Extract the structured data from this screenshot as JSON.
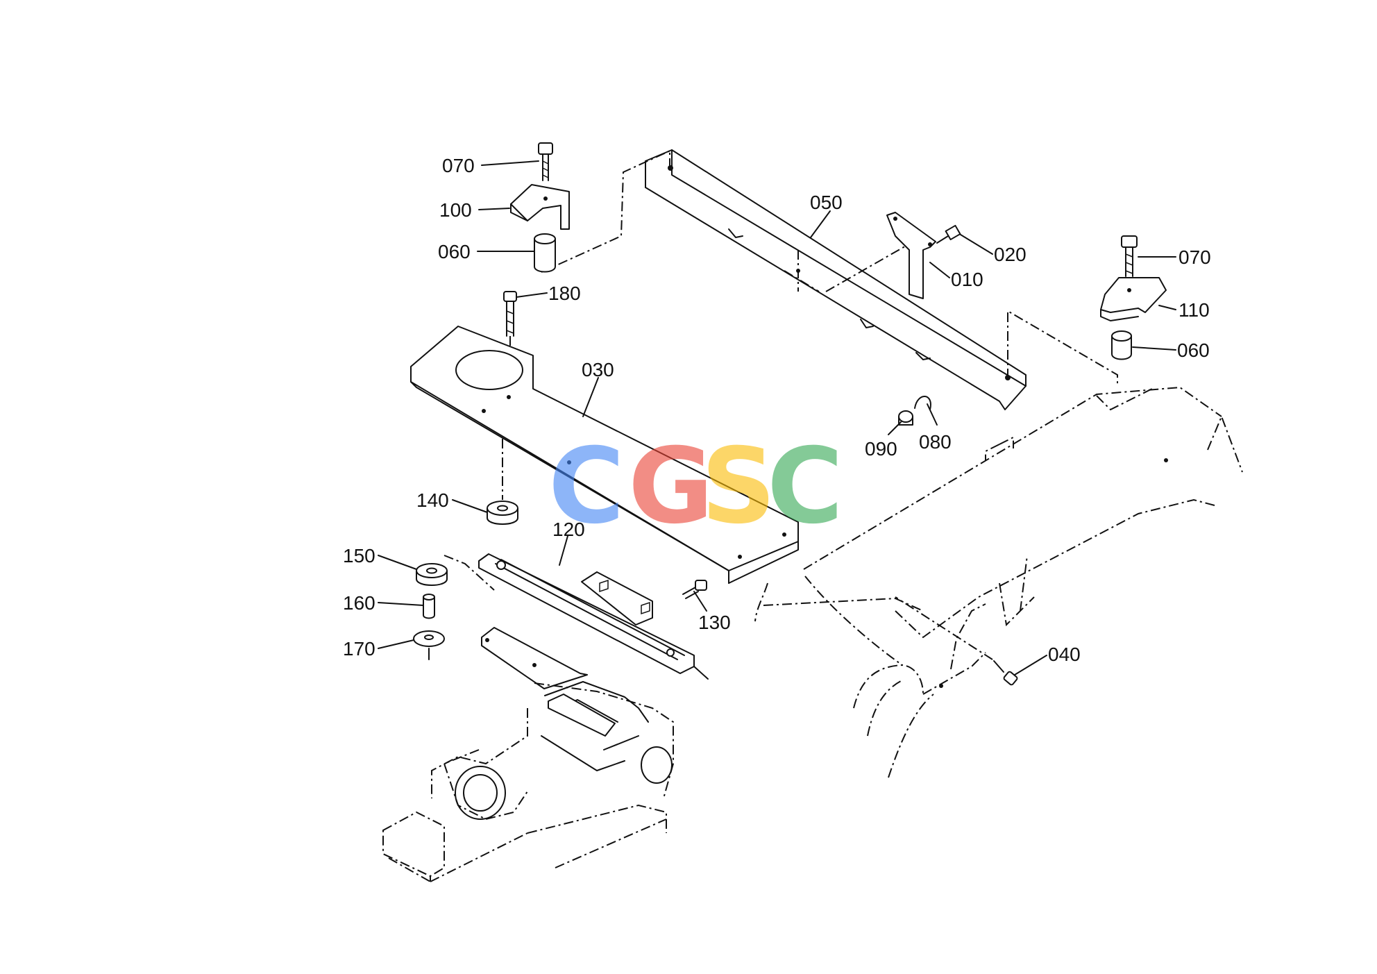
{
  "diagram": {
    "part_labels": {
      "p010": "010",
      "p020": "020",
      "p030": "030",
      "p040": "040",
      "p050": "050",
      "p060a": "060",
      "p060b": "060",
      "p070a": "070",
      "p070b": "070",
      "p080": "080",
      "p090": "090",
      "p100": "100",
      "p110": "110",
      "p120": "120",
      "p130": "130",
      "p140": "140",
      "p150": "150",
      "p160": "160",
      "p170": "170",
      "p180": "180"
    },
    "watermark": {
      "text": "CGSC",
      "letters": [
        "C",
        "G",
        "S",
        "C"
      ],
      "colors": [
        "#4285f4",
        "#ea4335",
        "#fbbc05",
        "#34a853"
      ]
    }
  }
}
